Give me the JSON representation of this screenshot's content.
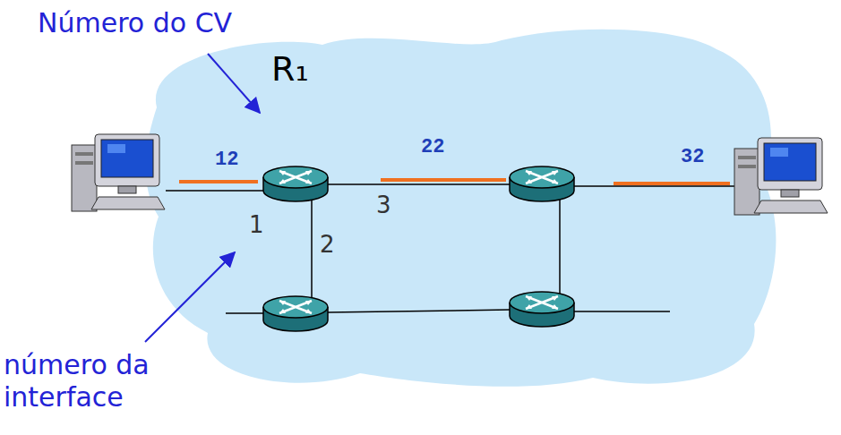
{
  "diagram": {
    "labels": [
      "Número do CV",
      "R₁",
      "12",
      "22",
      "32",
      "1",
      "2",
      "3",
      "número da interface"
    ]
  }
}
